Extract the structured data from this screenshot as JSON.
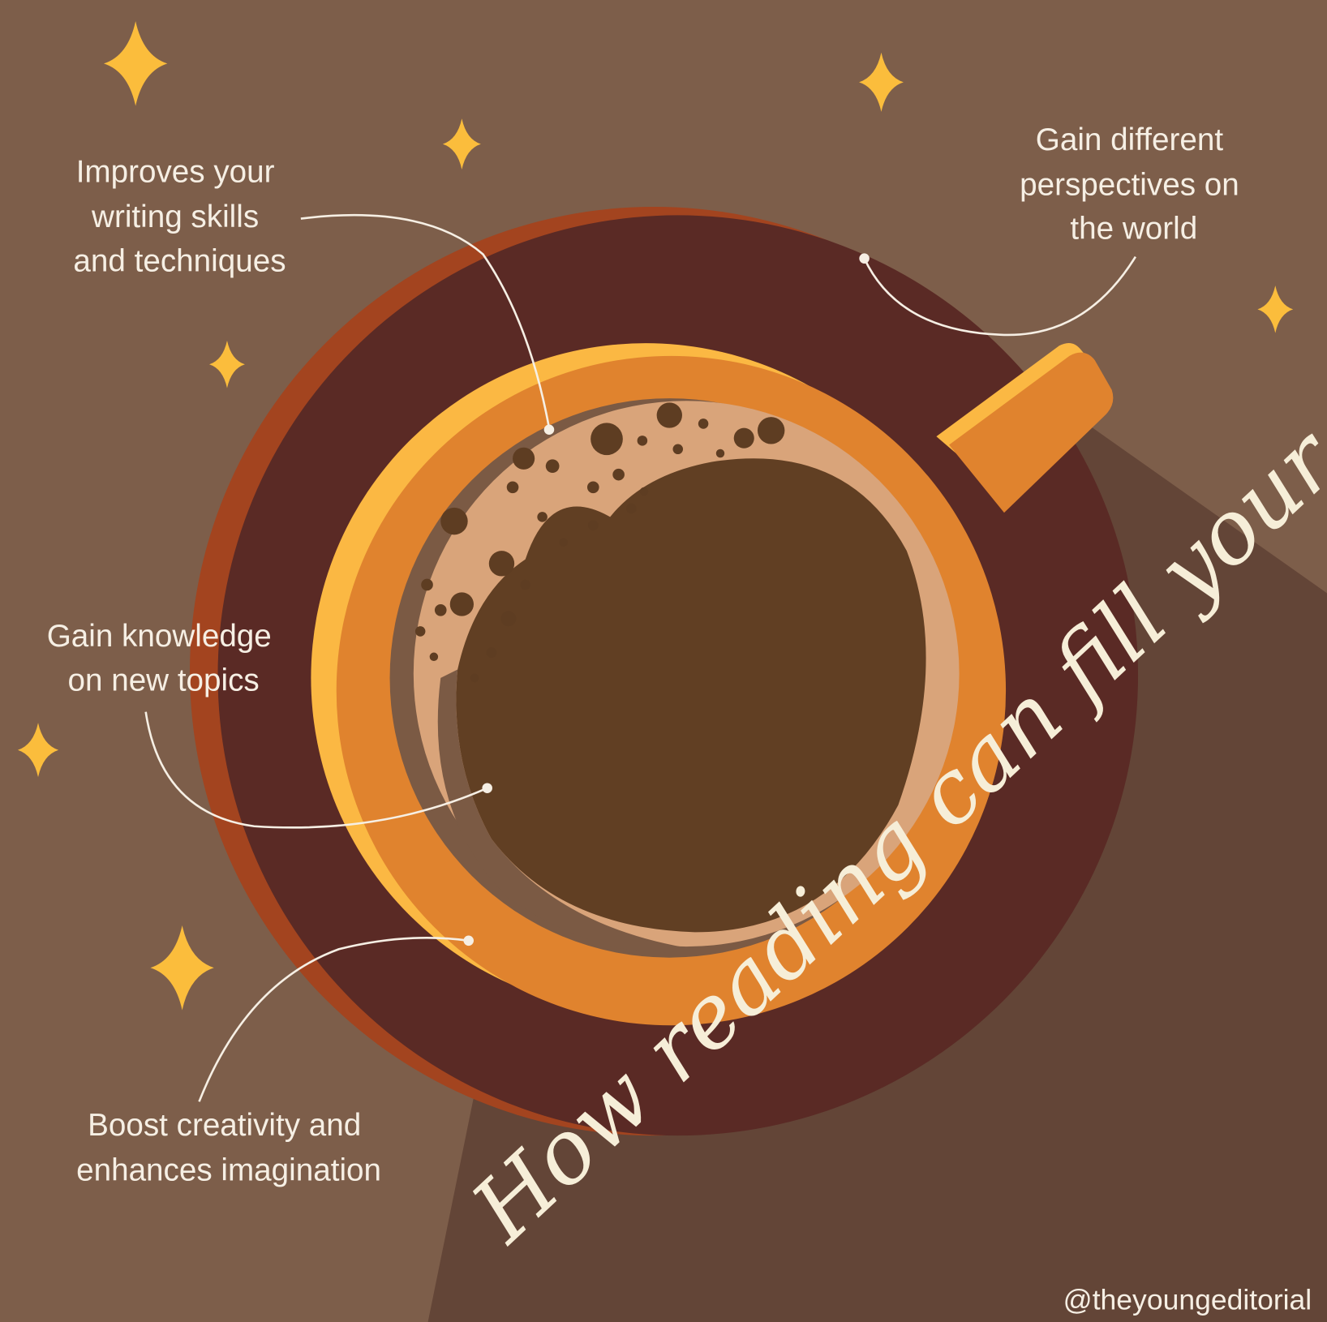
{
  "title": "How reading can fill your cup",
  "benefits": [
    {
      "lines": [
        "Improves your",
        "writing skills",
        "and techniques"
      ]
    },
    {
      "lines": [
        "Gain different",
        "perspectives on",
        "the world"
      ]
    },
    {
      "lines": [
        "Gain knowledge",
        "on new topics"
      ]
    },
    {
      "lines": [
        "Boost creativity and",
        "enhances imagination"
      ]
    }
  ],
  "credit": "@theyoungeditorial",
  "colors": {
    "background": "#7d5e4a",
    "shadow": "#634537",
    "saucer_rim": "#a3441f",
    "saucer": "#5a2a25",
    "cup_highlight": "#fbb843",
    "cup": "#e0832e",
    "foam": "#d9a47a",
    "coffee": "#613f23",
    "sparkle": "#fbbd3c",
    "text": "#f6efe4"
  }
}
